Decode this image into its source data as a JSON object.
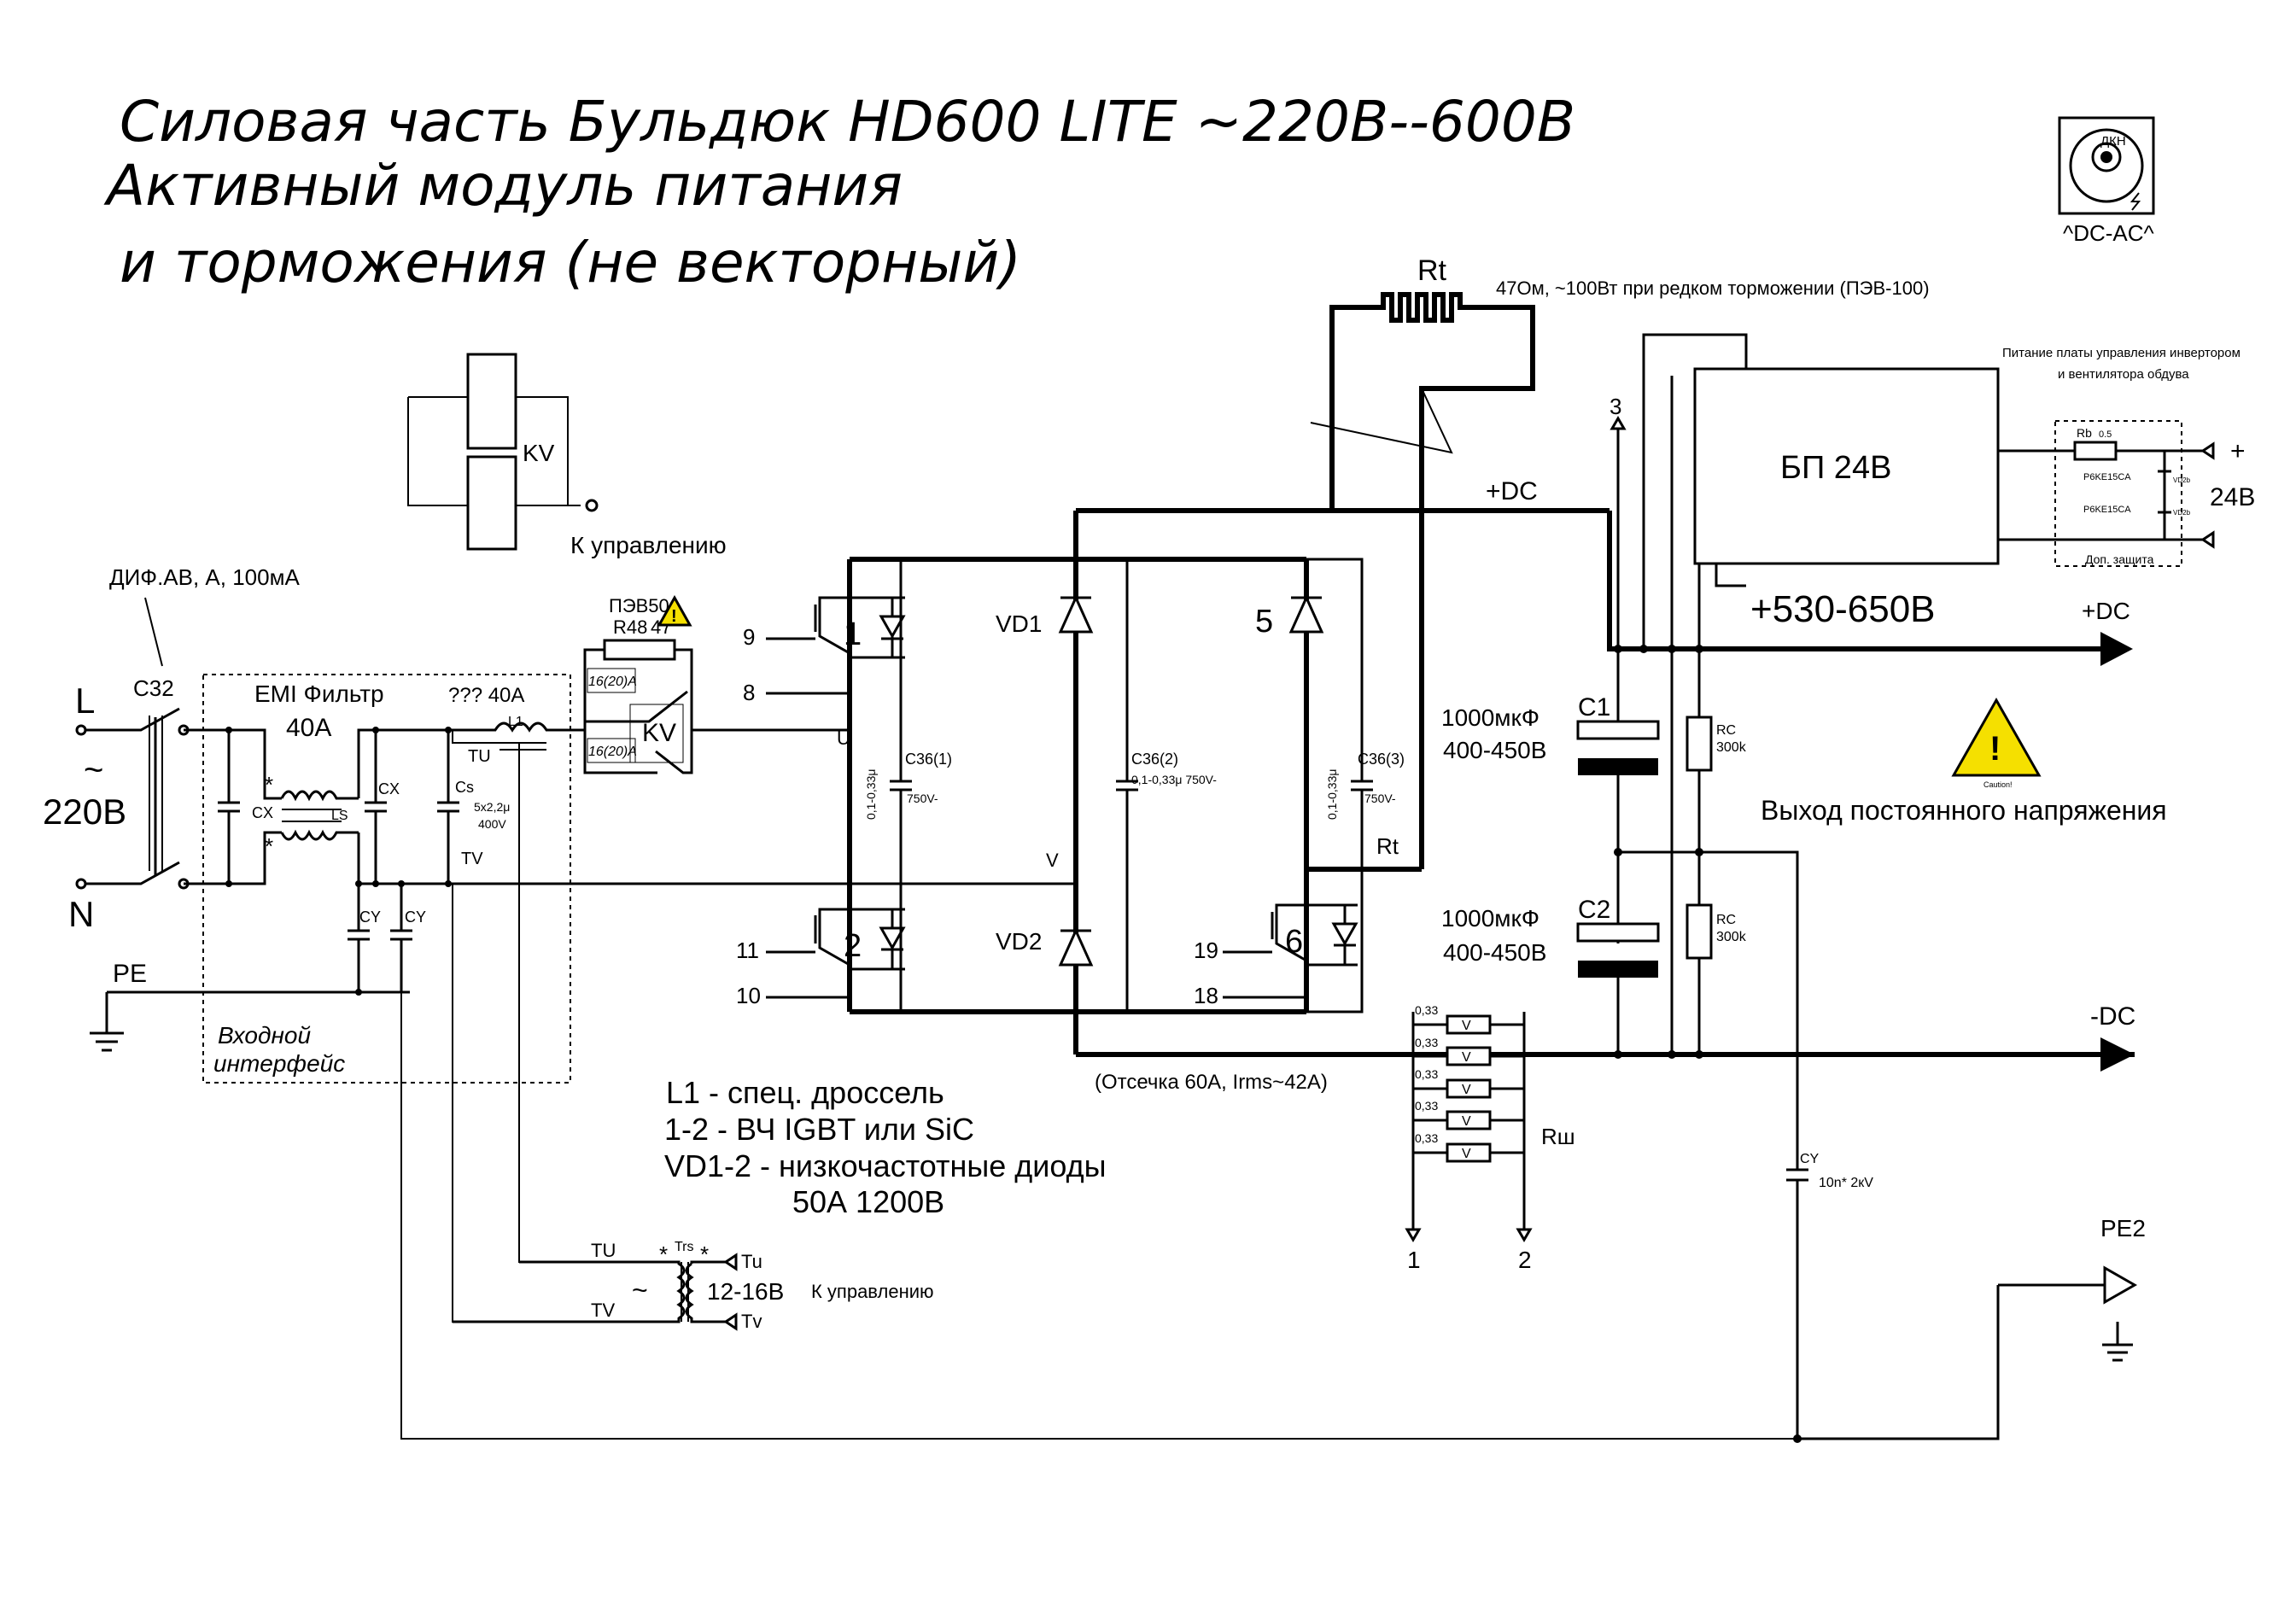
{
  "title": {
    "line1": "Силовая часть Бульдюк HD600 LITE ~220В--600В",
    "line2": "Активный модуль питания",
    "line3": "и торможения (не векторный)"
  },
  "logo": {
    "caption": "^DC-AC^",
    "letters": "ДКН"
  },
  "input": {
    "L": "L",
    "N": "N",
    "voltage": "220В",
    "pe": "PE",
    "breaker_note": "ДИФ.АВ, А, 100мА",
    "breaker": "C32",
    "emi_title": "EMI Фильтр",
    "emi_current": "40А",
    "cx": "CX",
    "ls": "LS",
    "cy": "CY",
    "region_label_1": "Входной",
    "region_label_2": "интерфейс",
    "l1_current": "??? 40А",
    "l1": "L1",
    "tu": "TU",
    "tv": "TV",
    "cs": "Cs",
    "cs_val1": "5х2,2μ",
    "cs_val2": "400V"
  },
  "relay": {
    "kv": "KV",
    "control": "К управлению",
    "pev": "ПЭВ50",
    "r48": "R48",
    "r48_val": "47",
    "contact": "16(20)А"
  },
  "bridge": {
    "q1": "1",
    "q2": "2",
    "q5": "5",
    "q6": "6",
    "vd1": "VD1",
    "vd2": "VD2",
    "pin9": "9",
    "pin8": "8",
    "pin11": "11",
    "pin10": "10",
    "pin19": "19",
    "pin18": "18",
    "u": "U",
    "v": "V",
    "c36_1": "С36(1)",
    "c36_1_val": "750V-",
    "c36_1_side": "0,1-0,33μ",
    "c36_2": "С36(2)",
    "c36_2_val": "0,1-0,33μ 750V-",
    "c36_3": "С36(3)",
    "c36_3_val": "750V-",
    "c36_3_side": "0,1-0,33μ",
    "rt": "Rt",
    "cutoff": "(Отсечка 60А, Irms~42А)"
  },
  "brake": {
    "rt": "Rt",
    "note": "47Ом, ~100Вт при редком торможении (ПЭВ-100)"
  },
  "dc_bus": {
    "plus": "+DC",
    "plus2": "+DC",
    "minus": "-DC",
    "pin3": "3",
    "voltage": "+530-650В",
    "c1": "C1",
    "c2": "C2",
    "c_val": "1000мкФ",
    "c_rating": "400-450В",
    "rc": "RC",
    "rc_val": "300k",
    "output": "Выход постоянного напряжения",
    "caution": "Caution!"
  },
  "psu": {
    "label": "БП 24В",
    "note_1": "Питание платы управления инвертором",
    "note_2": "и вентилятора обдува",
    "rb": "Rb",
    "rb_val": "0.5",
    "tvs": "P6KE15CA",
    "vd": "VD2b",
    "protect": "Доп. защита",
    "plus": "+",
    "v24": "24В"
  },
  "shunt": {
    "val": "0,33",
    "v": "V",
    "label": "Rш",
    "pin1": "1",
    "pin2": "2"
  },
  "notes": {
    "line1": "L1 - спец. дроссель",
    "line2": "1-2 - ВЧ IGBT или SiC",
    "line3": "VD1-2 - низкочастотные диоды",
    "line4": "50А 1200В"
  },
  "aux": {
    "tu": "TU",
    "tv": "TV",
    "trs": "Trs",
    "tu_out": "Tu",
    "tv_out": "Tv",
    "voltage": "12-16В",
    "control": "К управлению",
    "cy": "CY",
    "cy_val": "10n* 2кV",
    "pe2": "PE2"
  }
}
